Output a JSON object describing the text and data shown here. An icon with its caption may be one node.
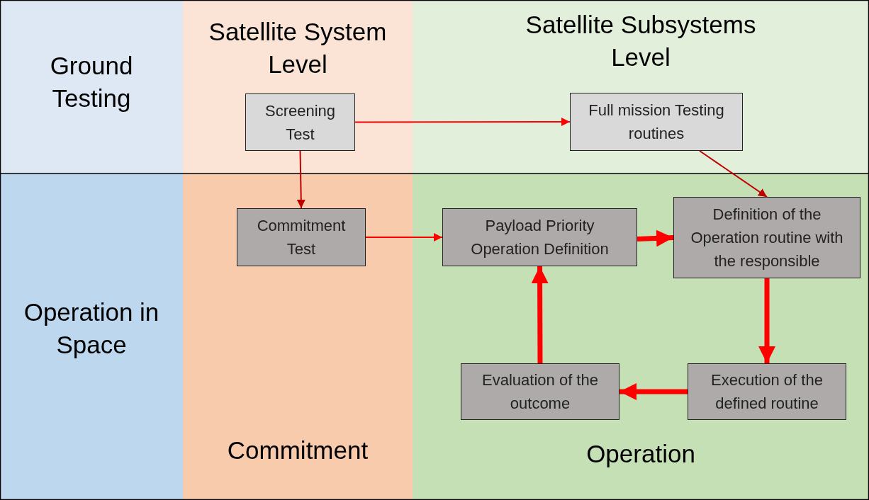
{
  "diagram": {
    "nodes": [
      {
        "text": [
          "Ground Testing"
        ]
      },
      {
        "text": [
          "Satellite System Level"
        ]
      },
      {
        "text": [
          "Satellite Subsystems Level"
        ]
      },
      {
        "text": [
          "Operation in Space"
        ]
      },
      {
        "text": [
          "Commitment"
        ]
      },
      {
        "text": [
          "Operation"
        ]
      },
      {
        "text": [
          "Screening Test"
        ],
        "in": 1
      },
      {
        "text": [
          "Full mission Testing routines"
        ],
        "in": 2
      },
      {
        "text": [
          "Commitment Test"
        ],
        "in": 4
      },
      {
        "text": [
          "Payload Priority Operation Definition"
        ],
        "in": 5
      },
      {
        "text": [
          "Definition of the Operation routine with the responsible"
        ],
        "in": 5
      },
      {
        "text": [
          "Execution of the defined routine"
        ],
        "in": 5
      },
      {
        "text": [
          "Evaluation of the outcome"
        ],
        "in": 5
      }
    ],
    "edges": [
      {
        "from": 6,
        "to": 7,
        "arrow": "to"
      },
      {
        "from": 6,
        "to": 8,
        "arrow": "to",
        "color": "#c00000"
      },
      {
        "from": 7,
        "to": 10,
        "arrow": "to",
        "color": "#c00000"
      },
      {
        "from": 8,
        "to": 9,
        "arrow": "to"
      },
      {
        "from": 9,
        "to": 10,
        "arrow": "to",
        "style": "thick"
      },
      {
        "from": 10,
        "to": 11,
        "arrow": "to",
        "style": "thick"
      },
      {
        "from": 11,
        "to": 12,
        "arrow": "to",
        "style": "thick"
      },
      {
        "from": 12,
        "to": 9,
        "arrow": "to",
        "style": "thick"
      }
    ]
  }
}
